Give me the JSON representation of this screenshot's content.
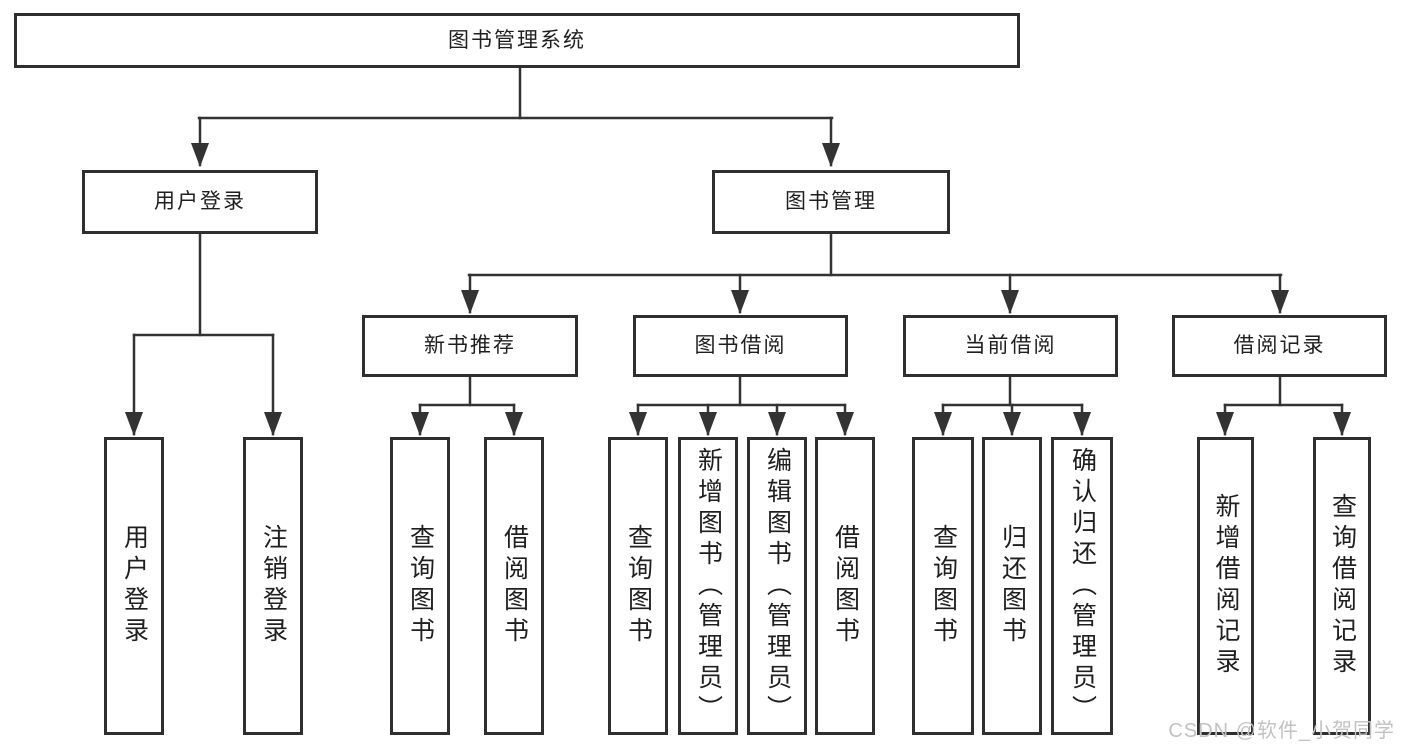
{
  "diagram": {
    "root": {
      "label": "图书管理系统"
    },
    "level2": [
      {
        "label": "用户登录"
      },
      {
        "label": "图书管理"
      }
    ],
    "level3": [
      {
        "label": "新书推荐"
      },
      {
        "label": "图书借阅"
      },
      {
        "label": "当前借阅"
      },
      {
        "label": "借阅记录"
      }
    ],
    "leaves": {
      "user_login": [
        "用户登录",
        "注销登录"
      ],
      "new_book": [
        "查询图书",
        "借阅图书"
      ],
      "borrow": [
        "查询图书",
        "新增图书（管理员）",
        "编辑图书（管理员）",
        "借阅图书"
      ],
      "current": [
        "查询图书",
        "归还图书",
        "确认归还（管理员）"
      ],
      "records": [
        "新增借阅记录",
        "查询借阅记录"
      ]
    }
  },
  "watermark": {
    "text": "CSDN @软件_小贺同学"
  },
  "colors": {
    "line": "#333333",
    "box_border": "#2f2f2f",
    "text": "#1f1f1f",
    "background": "#ffffff",
    "watermark": "#c2c2c2"
  }
}
